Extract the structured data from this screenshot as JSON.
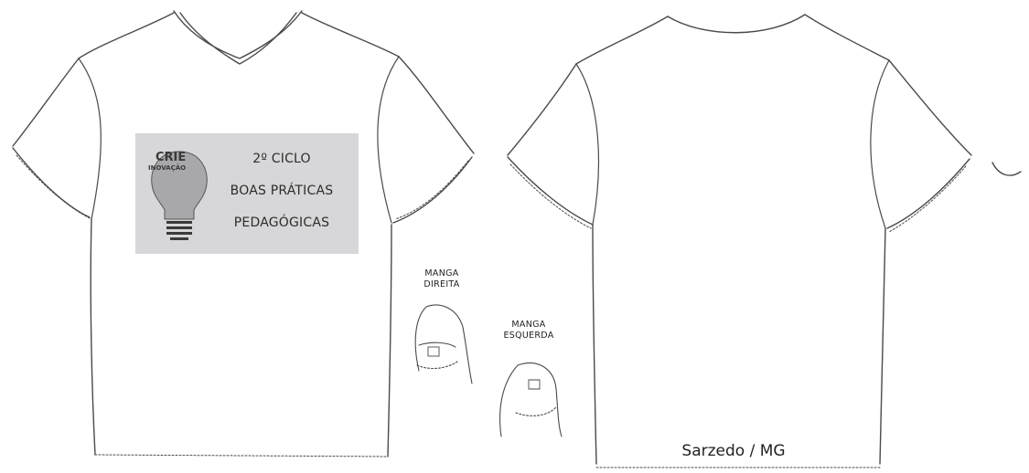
{
  "front_shirt": {
    "print": {
      "logo_word_top": "CRIE",
      "logo_word_middle": "INOVAÇÃO",
      "line1": "2º CICLO",
      "line2": "BOAS PRÁTICAS",
      "line3": "PEDAGÓGICAS"
    }
  },
  "sleeves": {
    "right_label": [
      "MANGA",
      "DIREITA"
    ],
    "left_label": [
      "MANGA",
      "ESQUERDA"
    ]
  },
  "back_shirt": {
    "caption": "Sarzedo / MG"
  }
}
